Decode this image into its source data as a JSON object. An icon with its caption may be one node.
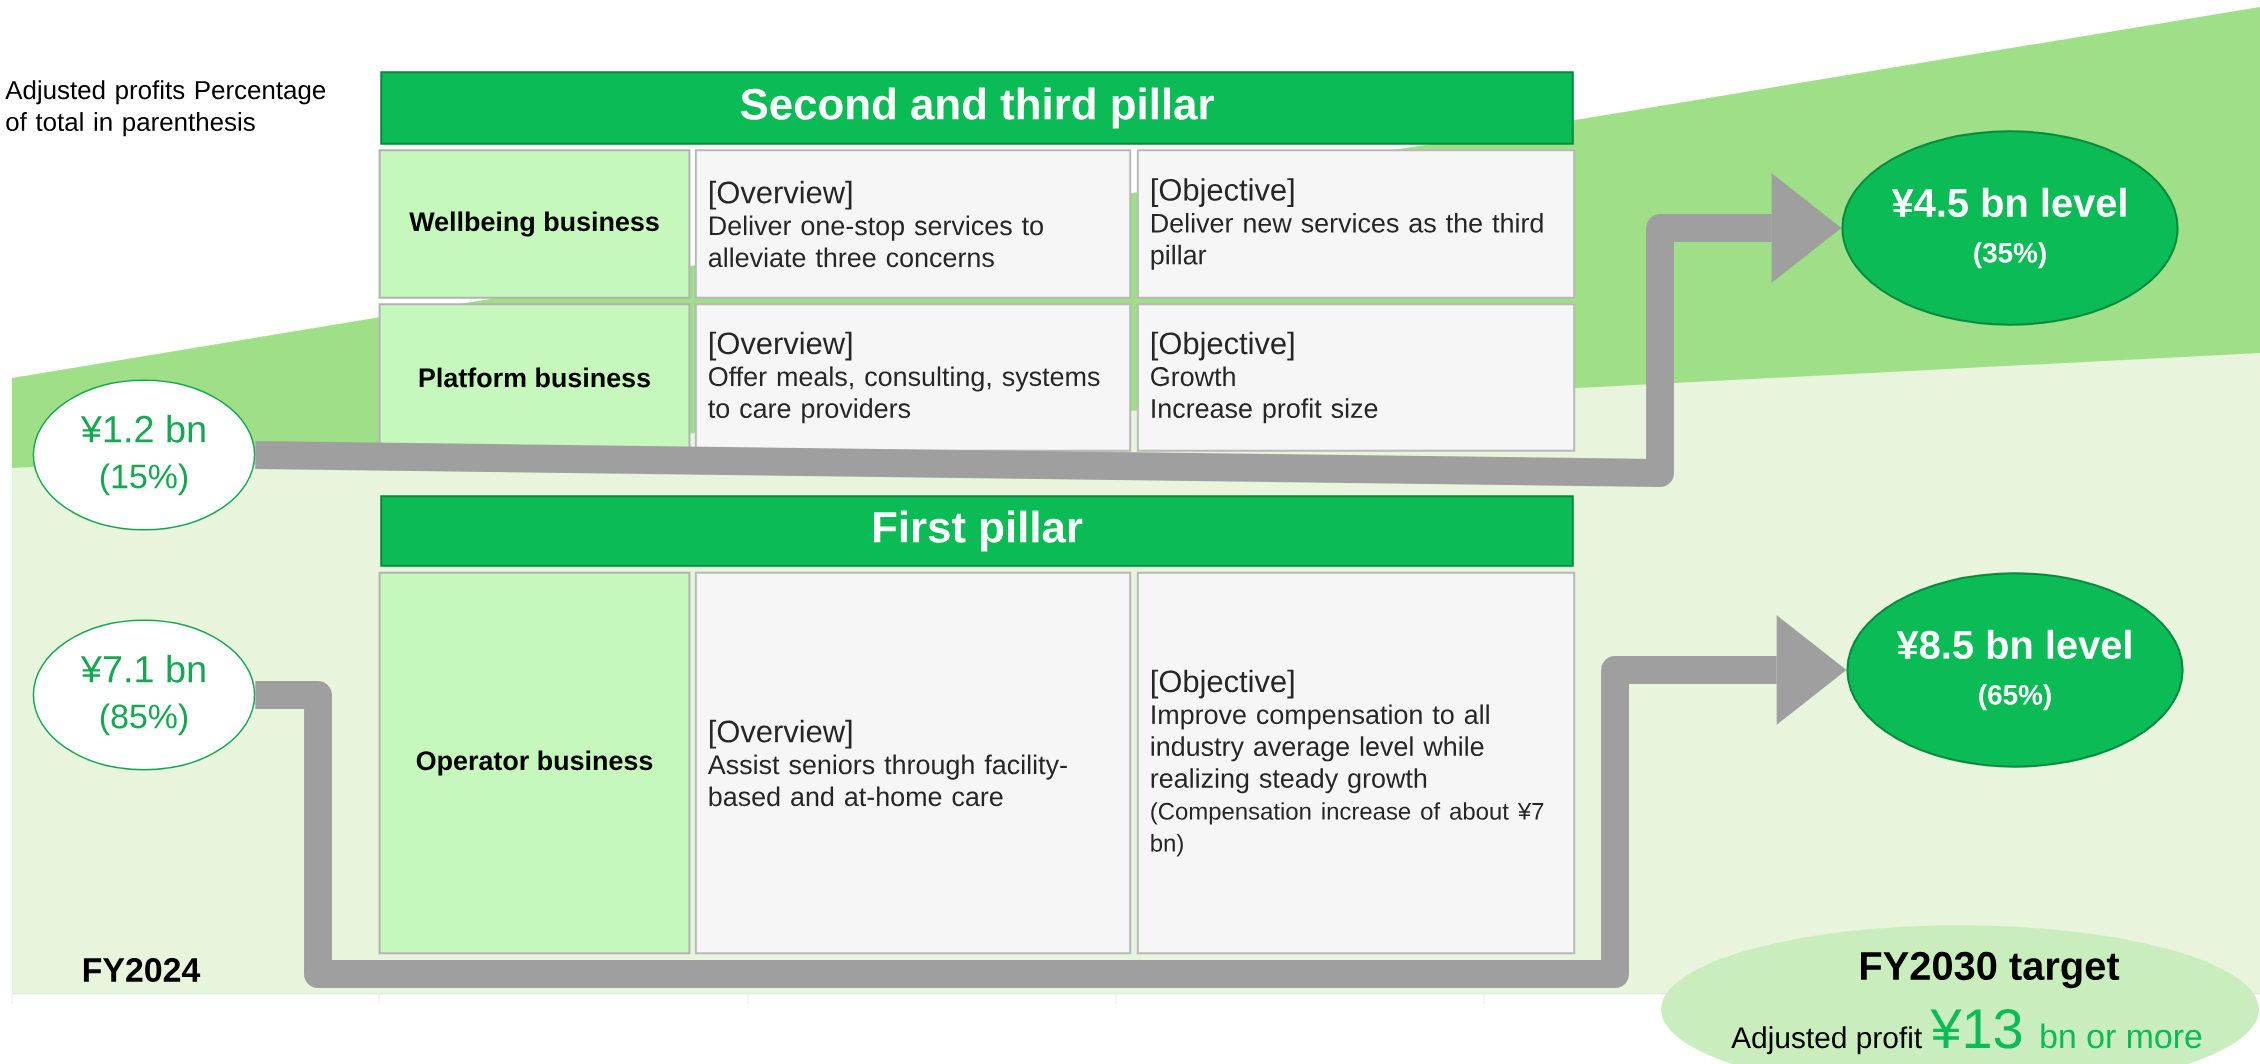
{
  "diagram": {
    "nodes": [
      {
        "text": [
          "Second and third pillar"
        ]
      },
      {
        "text": [
          "Wellbeing business"
        ]
      },
      {
        "text": [
          "[Overview]",
          "Deliver one-stop services to alleviate three concerns"
        ]
      },
      {
        "text": [
          "[Objective]",
          "Deliver new services as the third pillar"
        ]
      },
      {
        "text": [
          "Platform business"
        ]
      },
      {
        "text": [
          "[Overview]",
          "Offer meals, consulting, systems to care providers"
        ]
      },
      {
        "text": [
          "[Objective]",
          "Growth",
          "Increase profit size"
        ]
      },
      {
        "text": [
          "First pillar"
        ]
      },
      {
        "text": [
          "Operator business"
        ]
      },
      {
        "text": [
          "[Overview]",
          "Assist seniors through facility-based and at-home care"
        ]
      },
      {
        "text": [
          "[Objective]",
          "Improve compensation to all industry average level while realizing steady growth",
          "(Compensation increase of about ¥7 bn)"
        ]
      },
      {
        "text": [
          "¥1.2 bn",
          "(15%)"
        ]
      },
      {
        "text": [
          "¥7.1 bn",
          "(85%)"
        ]
      },
      {
        "text": [
          "¥4.5 bn level",
          "(35%)"
        ]
      },
      {
        "text": [
          "¥8.5 bn level",
          "(65%)"
        ]
      },
      {
        "text": [
          "Adjusted profit",
          "¥13",
          "bn or more"
        ]
      }
    ],
    "edges": [
      {
        "from": 11,
        "to": 13,
        "arrow": "to"
      },
      {
        "from": 12,
        "to": 14,
        "arrow": "to"
      }
    ],
    "labels": [
      "Adjusted profits Percentage of total in parenthesis",
      "FY2024",
      "FY2030 target"
    ]
  }
}
